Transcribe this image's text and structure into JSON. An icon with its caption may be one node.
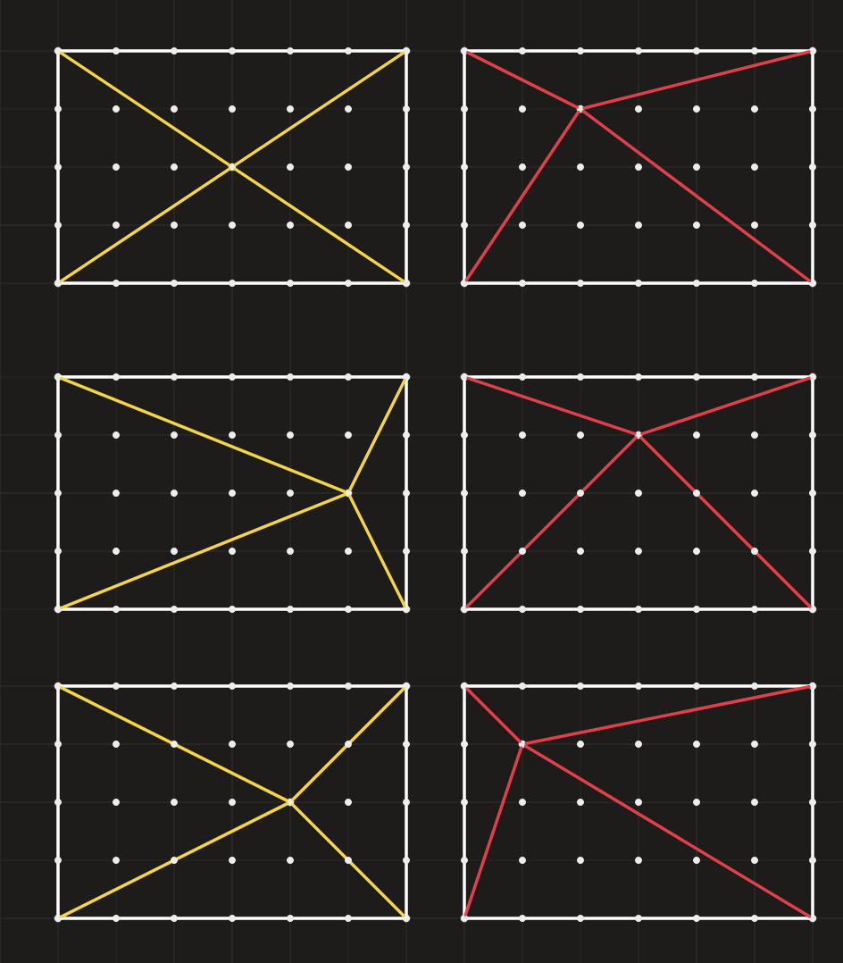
{
  "diagram": {
    "nodes": [
      {
        "text": [],
        "shape": "box"
      },
      {
        "text": [],
        "shape": "circle",
        "in": 0
      },
      {
        "text": [],
        "shape": "circle",
        "in": 0
      },
      {
        "text": [],
        "shape": "circle",
        "in": 0
      },
      {
        "text": [],
        "shape": "circle",
        "in": 0
      },
      {
        "text": [],
        "shape": "circle",
        "in": 0
      },
      {
        "text": [],
        "shape": "box"
      },
      {
        "text": [],
        "shape": "circle",
        "in": 6
      },
      {
        "text": [],
        "shape": "circle",
        "in": 6
      },
      {
        "text": [],
        "shape": "circle",
        "in": 6
      },
      {
        "text": [],
        "shape": "circle",
        "in": 6
      },
      {
        "text": [],
        "shape": "circle",
        "in": 6
      },
      {
        "text": [],
        "shape": "box"
      },
      {
        "text": [],
        "shape": "circle",
        "in": 12
      },
      {
        "text": [],
        "shape": "circle",
        "in": 12
      },
      {
        "text": [],
        "shape": "circle",
        "in": 12
      },
      {
        "text": [],
        "shape": "circle",
        "in": 12
      },
      {
        "text": [],
        "shape": "circle",
        "in": 12
      },
      {
        "text": [],
        "shape": "box"
      },
      {
        "text": [],
        "shape": "circle",
        "in": 18
      },
      {
        "text": [],
        "shape": "circle",
        "in": 18
      },
      {
        "text": [],
        "shape": "circle",
        "in": 18
      },
      {
        "text": [],
        "shape": "circle",
        "in": 18
      },
      {
        "text": [],
        "shape": "circle",
        "in": 18
      },
      {
        "text": [],
        "shape": "box"
      },
      {
        "text": [],
        "shape": "circle",
        "in": 24
      },
      {
        "text": [],
        "shape": "circle",
        "in": 24
      },
      {
        "text": [],
        "shape": "circle",
        "in": 24
      },
      {
        "text": [],
        "shape": "circle",
        "in": 24
      },
      {
        "text": [],
        "shape": "circle",
        "in": 24
      },
      {
        "text": [],
        "shape": "box"
      },
      {
        "text": [],
        "shape": "circle",
        "in": 30
      },
      {
        "text": [],
        "shape": "circle",
        "in": 30
      },
      {
        "text": [],
        "shape": "circle",
        "in": 30
      },
      {
        "text": [],
        "shape": "circle",
        "in": 30
      },
      {
        "text": [],
        "shape": "circle",
        "in": 30
      }
    ],
    "edges": [
      {
        "from": 1,
        "to": 3,
        "arrow": "none",
        "color": "#f5d547"
      },
      {
        "from": 2,
        "to": 3,
        "arrow": "none",
        "color": "#f5d547"
      },
      {
        "from": 4,
        "to": 3,
        "arrow": "none",
        "color": "#f5d547"
      },
      {
        "from": 5,
        "to": 3,
        "arrow": "none",
        "color": "#f5d547"
      },
      {
        "from": 7,
        "to": 9,
        "arrow": "none",
        "color": "#e0404a"
      },
      {
        "from": 8,
        "to": 9,
        "arrow": "none",
        "color": "#e0404a"
      },
      {
        "from": 10,
        "to": 9,
        "arrow": "none",
        "color": "#e0404a"
      },
      {
        "from": 11,
        "to": 9,
        "arrow": "none",
        "color": "#e0404a"
      },
      {
        "from": 13,
        "to": 15,
        "arrow": "none",
        "color": "#f5d547"
      },
      {
        "from": 14,
        "to": 15,
        "arrow": "none",
        "color": "#f5d547"
      },
      {
        "from": 16,
        "to": 15,
        "arrow": "none",
        "color": "#f5d547"
      },
      {
        "from": 17,
        "to": 15,
        "arrow": "none",
        "color": "#f5d547"
      },
      {
        "from": 19,
        "to": 21,
        "arrow": "none",
        "color": "#e0404a"
      },
      {
        "from": 20,
        "to": 21,
        "arrow": "none",
        "color": "#e0404a"
      },
      {
        "from": 22,
        "to": 21,
        "arrow": "none",
        "color": "#e0404a"
      },
      {
        "from": 23,
        "to": 21,
        "arrow": "none",
        "color": "#e0404a"
      },
      {
        "from": 25,
        "to": 27,
        "arrow": "none",
        "color": "#f5d547"
      },
      {
        "from": 26,
        "to": 27,
        "arrow": "none",
        "color": "#f5d547"
      },
      {
        "from": 28,
        "to": 27,
        "arrow": "none",
        "color": "#f5d547"
      },
      {
        "from": 29,
        "to": 27,
        "arrow": "none",
        "color": "#f5d547"
      },
      {
        "from": 31,
        "to": 33,
        "arrow": "none",
        "color": "#e0404a"
      },
      {
        "from": 32,
        "to": 33,
        "arrow": "none",
        "color": "#e0404a"
      },
      {
        "from": 34,
        "to": 33,
        "arrow": "none",
        "color": "#e0404a"
      },
      {
        "from": 35,
        "to": 33,
        "arrow": "none",
        "color": "#e0404a"
      }
    ]
  }
}
